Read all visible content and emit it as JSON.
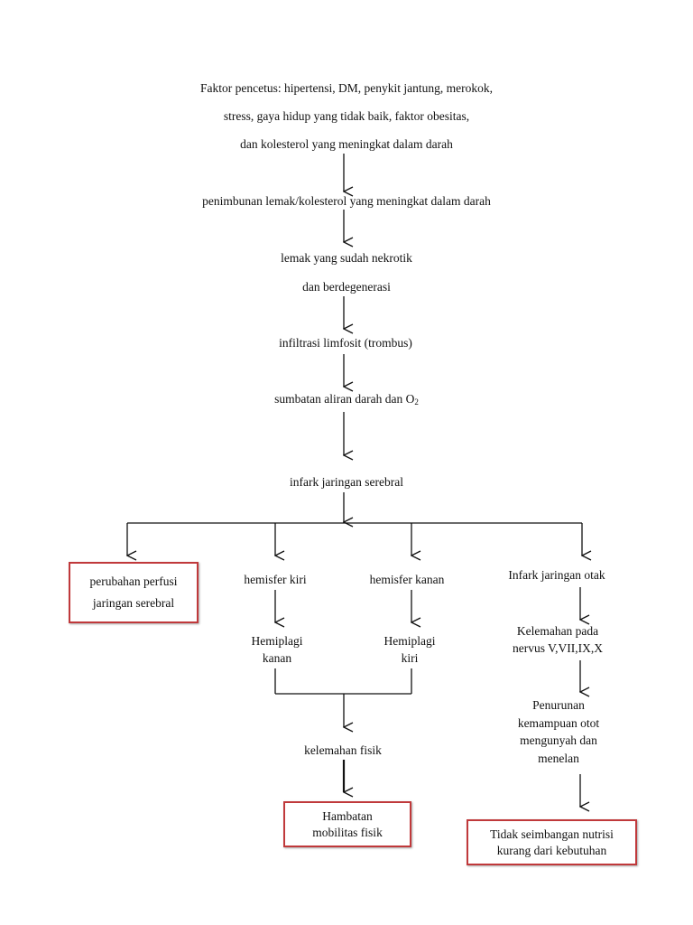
{
  "colors": {
    "line": "#111111",
    "box_border": "#c0393b"
  },
  "nodes": {
    "trigger": {
      "line1": "Faktor pencetus: hipertensi, DM, penykit jantung, merokok,",
      "line2": "stress, gaya hidup yang tidak baik, faktor obesitas,",
      "line3": "dan kolesterol yang meningkat dalam darah"
    },
    "buildup": "penimbunan lemak/kolesterol yang meningkat dalam darah",
    "necrotic": {
      "line1": "lemak yang sudah nekrotik",
      "line2": "dan berdegenerasi"
    },
    "infiltration": "infiltrasi limfosit (trombus)",
    "blockage": {
      "text": "sumbatan aliran darah dan O",
      "sub": "2"
    },
    "infarct": "infark jaringan serebral",
    "perfusion": {
      "line1": "perubahan perfusi",
      "line2": "jaringan serebral"
    },
    "left_hemisphere": "hemisfer kiri",
    "right_hemisphere": "hemisfer kanan",
    "brain_infarct": "Infark jaringan otak",
    "hemi_right": {
      "line1": "Hemiplagi",
      "line2": "kanan"
    },
    "hemi_left": {
      "line1": "Hemiplagi",
      "line2": "kiri"
    },
    "nerve_weakness": {
      "line1": "Kelemahan pada",
      "line2": "nervus V,VII,IX,X"
    },
    "chewing": {
      "line1": "Penurunan",
      "line2": "kemampuan otot",
      "line3": "mengunyah dan",
      "line4": "menelan"
    },
    "physical_weakness": "kelemahan fisik",
    "mobility": {
      "line1": "Hambatan",
      "line2": "mobilitas fisik"
    },
    "nutrition": {
      "line1": "Tidak seimbangan nutrisi",
      "line2": "kurang dari kebutuhan"
    }
  }
}
